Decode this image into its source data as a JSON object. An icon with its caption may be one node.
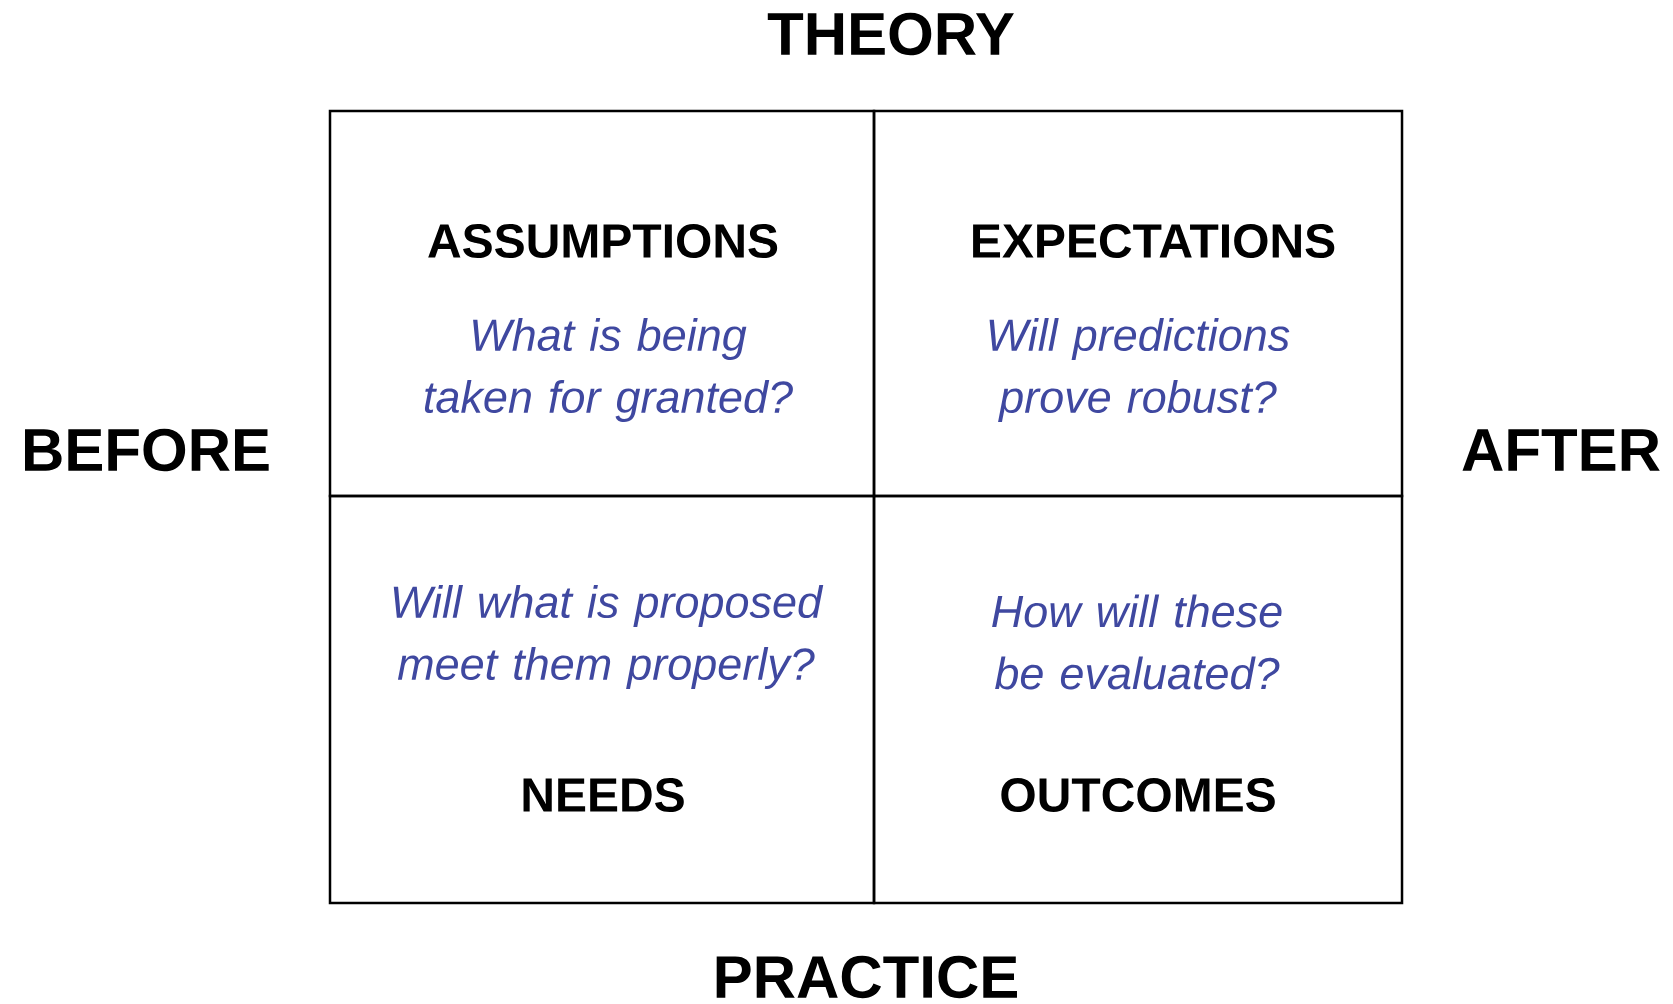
{
  "diagram": {
    "nodes": [
      {
        "text": [
          "ASSUMPTIONS",
          "What is being taken for granted?"
        ]
      },
      {
        "text": [
          "EXPECTATIONS",
          "Will predictions prove robust?"
        ]
      },
      {
        "text": [
          "Will what is proposed meet them properly?",
          "NEEDS"
        ]
      },
      {
        "text": [
          "How will these be evaluated?",
          "OUTCOMES"
        ]
      }
    ],
    "labels": [
      "THEORY",
      "BEFORE",
      "AFTER",
      "PRACTICE"
    ]
  }
}
